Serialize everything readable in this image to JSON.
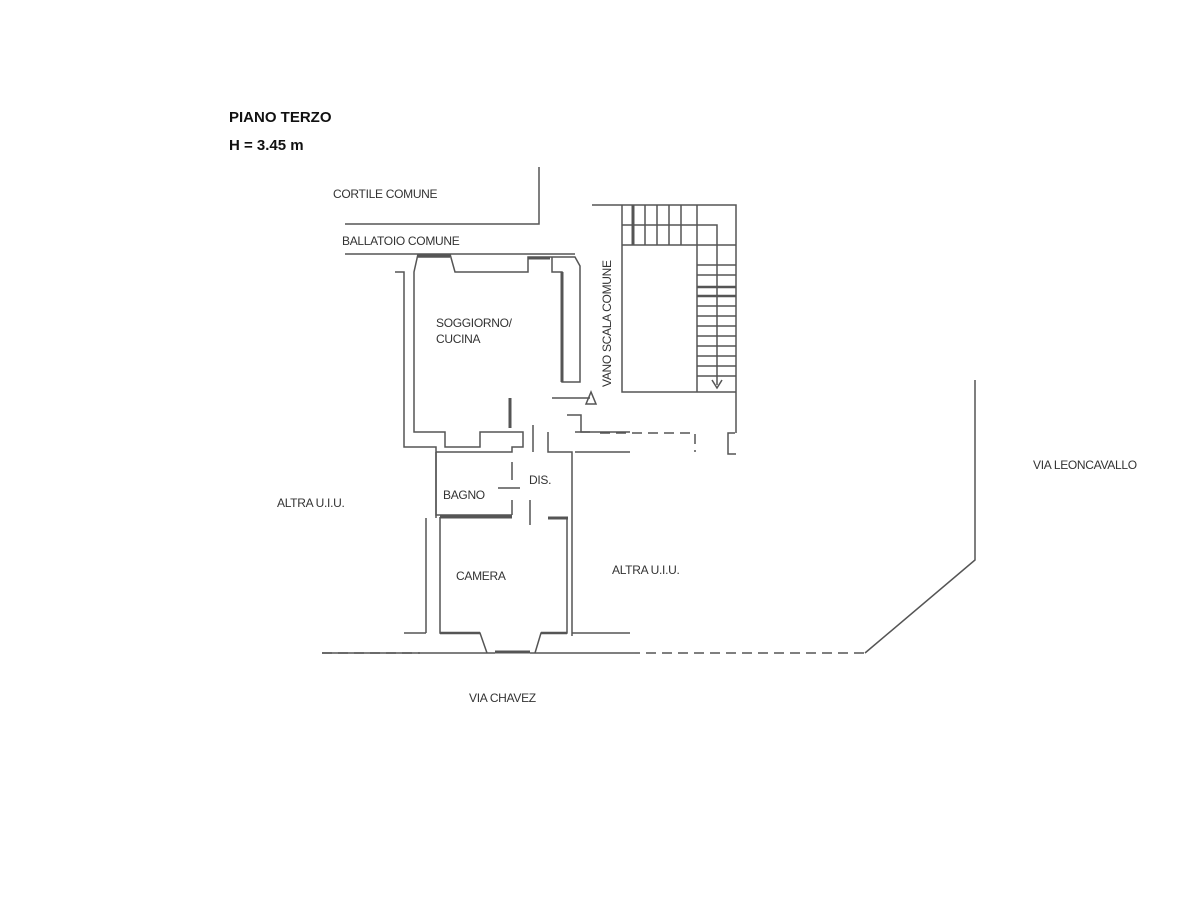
{
  "header": {
    "floor": "PIANO TERZO",
    "height": "H = 3.45 m"
  },
  "labels": {
    "cortile": "CORTILE COMUNE",
    "ballatoio": "BALLATOIO COMUNE",
    "soggiorno": "SOGGIORNO/",
    "cucina": "CUCINA",
    "vano_scala": "VANO SCALA COMUNE",
    "dis": "DIS.",
    "bagno": "BAGNO",
    "camera": "CAMERA",
    "altra_left": "ALTRA U.I.U.",
    "altra_right": "ALTRA U.I.U.",
    "via_leoncavallo": "VIA LEONCAVALLO",
    "via_chavez": "VIA CHAVEZ"
  }
}
